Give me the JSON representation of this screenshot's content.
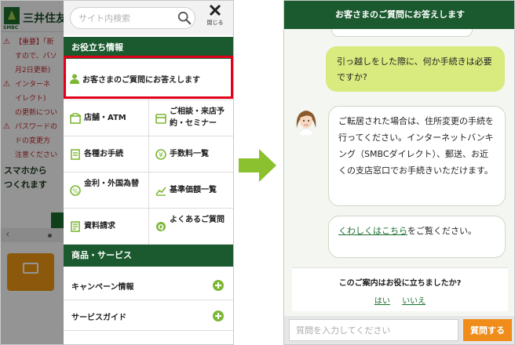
{
  "left": {
    "background_site": {
      "bank_name": "三井住友",
      "smbc": "SMBC",
      "notices": [
        {
          "text": "【重要】「新",
          "warn": true
        },
        {
          "text": "すので、パソ",
          "warn": false
        },
        {
          "text": "月2日更新)",
          "warn": false
        },
        {
          "text": "インターネ",
          "warn": true
        },
        {
          "text": "イレクト)",
          "warn": false
        },
        {
          "text": "の更新につい",
          "warn": false
        },
        {
          "text": "パスワードの",
          "warn": true
        },
        {
          "text": "ドの変更方",
          "warn": false
        },
        {
          "text": "注意ください",
          "warn": false
        }
      ],
      "banner_lines": [
        "スマホから",
        "つくれます"
      ]
    },
    "menu": {
      "search_placeholder": "サイト内検索",
      "close_label": "閉じる",
      "section_info": "お役立ち情報",
      "faq_item": "お客さまのご質問にお答えします",
      "grid": [
        {
          "label": "店舗・ATM",
          "icon": "store-atm-icon"
        },
        {
          "label": "ご相談・来店予約・セミナー",
          "icon": "consultation-icon"
        },
        {
          "label": "各種お手続",
          "icon": "procedures-icon"
        },
        {
          "label": "手数料一覧",
          "icon": "fee-icon"
        },
        {
          "label": "金利・外国為替",
          "icon": "interest-rate-icon"
        },
        {
          "label": "基準価額一覧",
          "icon": "chart-icon"
        },
        {
          "label": "資料請求",
          "icon": "document-request-icon"
        },
        {
          "label": "よくあるご質問",
          "icon": "faq-icon"
        }
      ],
      "section_products": "商品・サービス",
      "list_items": [
        "キャンペーン情報",
        "サービスガイド"
      ]
    }
  },
  "right": {
    "header_title": "お客さまのご質問にお答えします",
    "user_message": "引っ越しをした際に、何か手続きは必要ですか?",
    "bot_message_1": "ご転居された場合は、住所変更の手続を行ってください。インターネットバンキング（SMBCダイレクト）、郵送、お近くの支店窓口でお手続きいただけます。",
    "bot_message_2_link": "くわしくはこちら",
    "bot_message_2_rest": "をご覧ください。",
    "feedback_question": "このご案内はお役に立ちましたか?",
    "feedback_yes": "はい",
    "feedback_no": "いいえ",
    "input_placeholder": "質問を入力してください",
    "send_label": "質問する"
  },
  "colors": {
    "brand_green": "#1a5a2e",
    "accent_lime": "#7cb733",
    "user_bubble": "#d9ea7e",
    "send_orange": "#f08c1a",
    "highlight_red": "#e1001a"
  }
}
